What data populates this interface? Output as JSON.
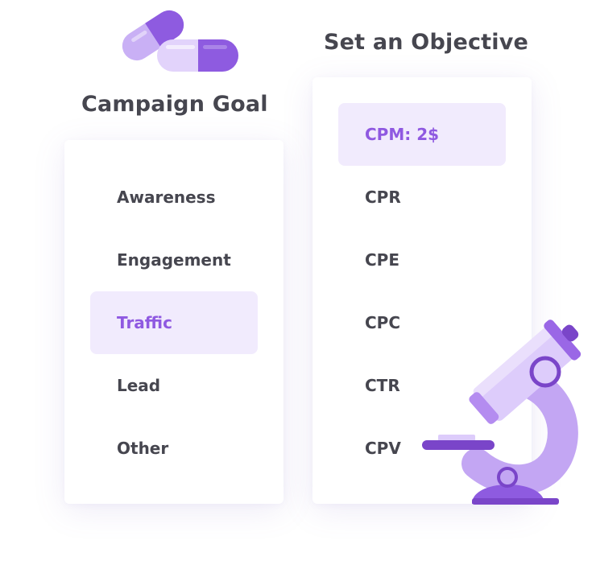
{
  "campaign_goal": {
    "title": "Campaign Goal",
    "selected_index": 2,
    "items": [
      "Awareness",
      "Engagement",
      "Traffic",
      "Lead",
      "Other"
    ]
  },
  "objective": {
    "title": "Set an Objective",
    "selected_index": 0,
    "items": [
      "CPM: 2$",
      "CPR",
      "CPE",
      "CPC",
      "CTR",
      "CPV"
    ]
  },
  "icons": {
    "pills": "pills-icon",
    "microscope": "microscope-icon"
  },
  "colors": {
    "accent": "#8f59e1",
    "selected_bg": "#f1ebfd",
    "text": "#46464f",
    "illustration_light": "#c3a6f3",
    "illustration_dark": "#7a45c9"
  }
}
